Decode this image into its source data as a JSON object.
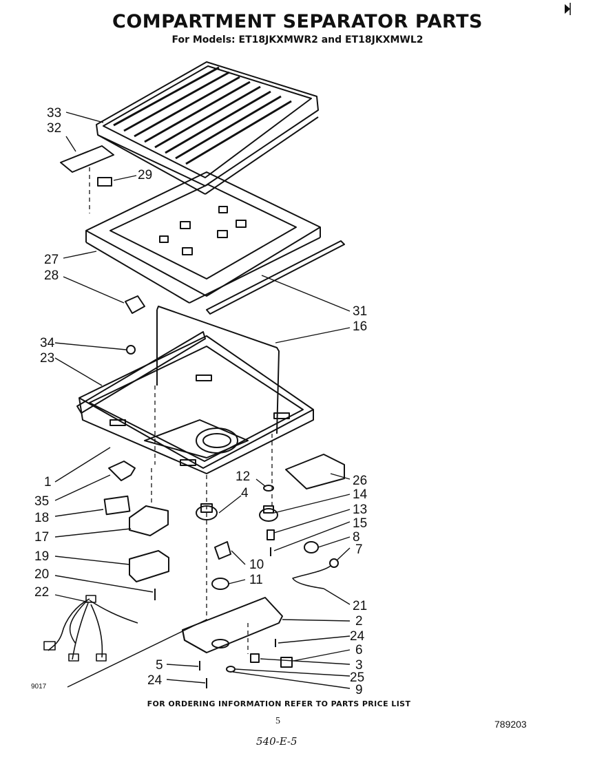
{
  "title": "COMPARTMENT SEPARATOR PARTS",
  "subtitle": "For Models: ET18JKXMWR2 and ET18JKXMWL2",
  "footer_note": "FOR ORDERING INFORMATION REFER TO PARTS PRICE LIST",
  "page_number": "5",
  "document_number": "789203",
  "corner_code": "9017",
  "handwritten_note": "540-E-5",
  "callouts": {
    "c33": "33",
    "c32": "32",
    "c29": "29",
    "c27": "27",
    "c28": "28",
    "c31": "31",
    "c16": "16",
    "c34": "34",
    "c23": "23",
    "c1": "1",
    "c35": "35",
    "c18": "18",
    "c17": "17",
    "c19": "19",
    "c20": "20",
    "c22": "22",
    "c12": "12",
    "c4": "4",
    "c26": "26",
    "c14": "14",
    "c13": "13",
    "c15": "15",
    "c8": "8",
    "c7": "7",
    "c10": "10",
    "c11": "11",
    "c21": "21",
    "c2": "2",
    "c24a": "24",
    "c6": "6",
    "c3": "3",
    "c25": "25",
    "c9": "9",
    "c5": "5",
    "c24b": "24"
  }
}
